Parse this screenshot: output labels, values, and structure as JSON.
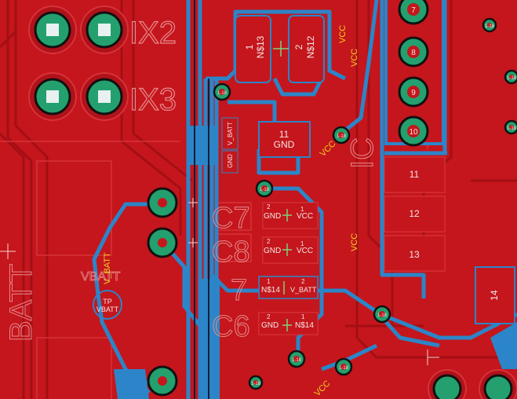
{
  "colors": {
    "board": "#c4161c",
    "top_copper": "#b81218",
    "top_dark": "#9e0f14",
    "pour_outline": "#d8323a",
    "bottom_copper": "#2c85c8",
    "via_green": "#23a06e",
    "pad_white": "#e8f0f0",
    "silk_label": "#f0d020",
    "silk_text": "#f3e6e6"
  },
  "silkscreen": {
    "x2_label": "IX2",
    "x3_label": "IX3",
    "batt_label": "BATT",
    "vbatt_left": "VBATT",
    "tp_label": "TP",
    "tp_net": "VBATT",
    "ic_partial": "IC",
    "c7_label": "C7",
    "c8_label": "C8",
    "r7_label": "7",
    "c6_label": "C6",
    "cap_on_right": "1"
  },
  "nets": {
    "vcc": "VCC",
    "gnd": "GND",
    "vbatt": "V_BATT",
    "n13": "N$13",
    "n12": "N$12",
    "n14": "N$14",
    "pin11_gnd": "GND"
  },
  "pins": {
    "pad1": "1",
    "pad2": "2",
    "pad11": "11",
    "pad_right": [
      "11",
      "12",
      "13"
    ],
    "pad14": "14",
    "header_right": [
      "7",
      "8",
      "9",
      "10"
    ],
    "via_label": "1-18"
  },
  "pad_labels": {
    "vbatt_vert": "V_BATT",
    "gnd_vert": "GND"
  }
}
